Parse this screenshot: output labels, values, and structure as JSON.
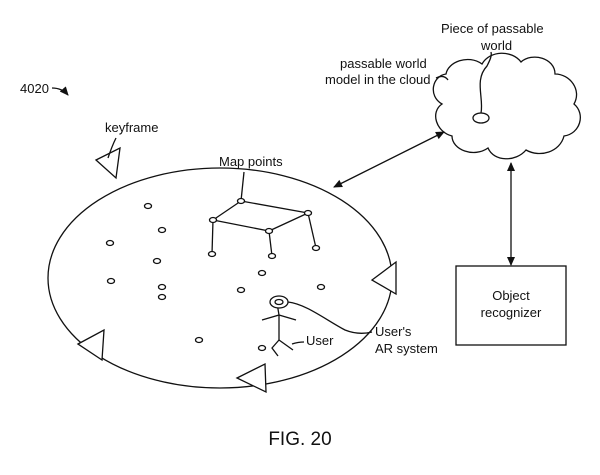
{
  "figure": {
    "ref_number": "4020",
    "caption": "FIG. 20"
  },
  "labels": {
    "keyframe": "keyframe",
    "map_points": "Map points",
    "passable_world_l1": "passable world",
    "passable_world_l2": "model in the cloud",
    "piece_l1": "Piece of passable",
    "piece_l2": "world",
    "object_recognizer_l1": "Object",
    "object_recognizer_l2": "recognizer",
    "user": "User",
    "ar_system_l1": "User's",
    "ar_system_l2": "AR system"
  }
}
